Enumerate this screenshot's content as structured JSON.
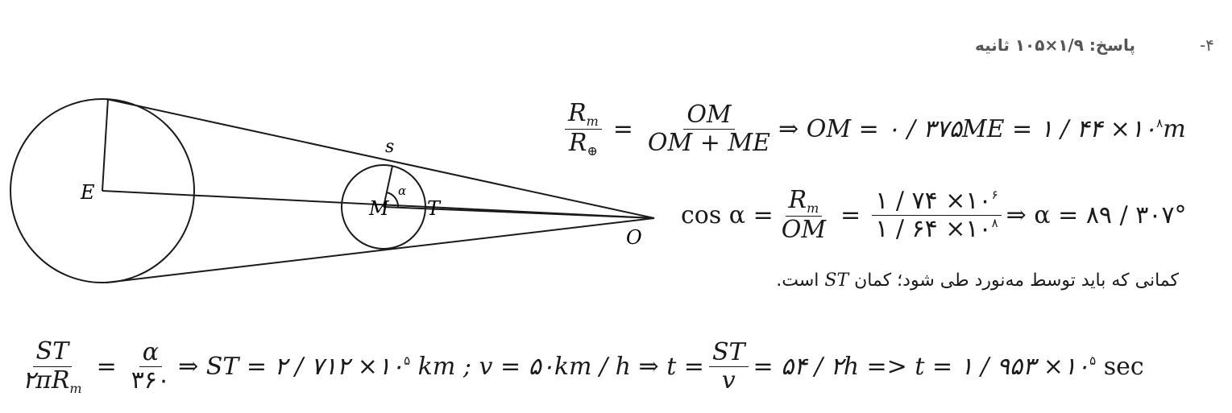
{
  "header": {
    "number": "۴-",
    "answer_label": "پاسخ:",
    "answer_value": "۱/۹×۱۰۵ ثانیه"
  },
  "figure": {
    "labels": {
      "E": "E",
      "M": "M",
      "T": "T",
      "O": "O",
      "s": "s",
      "alpha": "α"
    }
  },
  "eq1": {
    "lhs_num": "R",
    "lhs_num_sub": "m",
    "lhs_den": "R",
    "lhs_den_sub": "⊕",
    "rhs_num": "OM",
    "rhs_den": "OM + ME",
    "result": "⇒ OM = ۰ / ۳۷۵ME = ۱ / ۴۴ ×۱۰",
    "result_exp": "۸",
    "result_unit": "m"
  },
  "eq2": {
    "cos": "cos α =",
    "f1_num": "R",
    "f1_num_sub": "m",
    "f1_den": "OM",
    "f2_num": "۱ / ۷۴ ×۱۰",
    "f2_num_exp": "۶",
    "f2_den": "۱ / ۶۴ ×۱۰",
    "f2_den_exp": "۸",
    "result": "⇒ α = ۸۹ / ۳۰۷°"
  },
  "note": {
    "text_before": "کمانی که باید توسط مه‌نورد طی شود؛ کمان",
    "arc": "ST",
    "text_after": "است."
  },
  "eq3": {
    "f1_num": "ST",
    "f1_den": "۲πR",
    "f1_den_sub": "m",
    "f2_num": "α",
    "f2_den": "۳۶۰",
    "mid": "⇒ ST = ۲ / ۷۱۲ ×۱۰",
    "mid_exp": "۵",
    "mid_unit": "km ;  v = ۵۰km / h  ⇒  t =",
    "f3_num": "ST",
    "f3_den": "v",
    "end": "= ۵۴ / ۲h => t = ۱ / ۹۵۳ ×۱۰",
    "end_exp": "۵",
    "end_unit": "sec"
  }
}
